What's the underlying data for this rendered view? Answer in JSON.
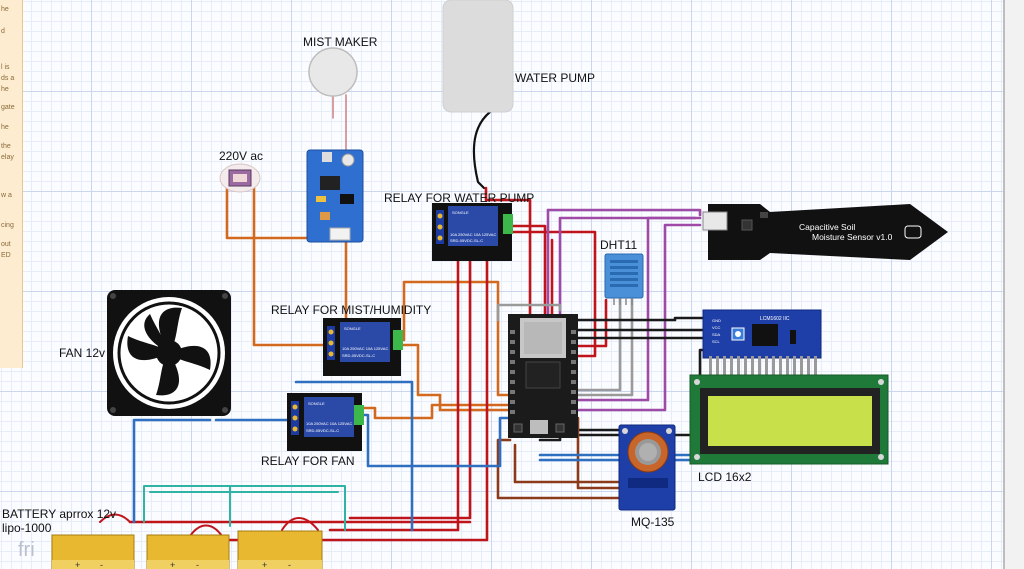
{
  "labels": {
    "mist_maker": "MIST MAKER",
    "water_pump": "WATER PUMP",
    "ac_220": "220V ac",
    "relay_water_pump": "RELAY FOR WATER PUMP",
    "relay_mist": "RELAY FOR MIST/HUMIDITY",
    "relay_fan": "RELAY FOR FAN",
    "fan": "FAN 12v",
    "dht11": "DHT11",
    "lcd": "LCD 16x2",
    "mq135": "MQ-135",
    "battery_line1": "BATTERY aprrox 12v",
    "battery_line2": "lipo-1000"
  },
  "soil_sensor": {
    "line1": "Capacitive Soil",
    "line2": "Moisture Sensor v1.0"
  },
  "lcd_i2c": {
    "board_label": "LCM1602 IIC",
    "pins": [
      "GND",
      "VCC",
      "SDA",
      "SCL"
    ]
  },
  "relay_module_text": {
    "brand": "SONGLE",
    "model": "SRD-05VDC-SL-C",
    "rating": "10A 250VAC 10A 125VAC"
  },
  "battery_terminals": [
    "+",
    "-"
  ],
  "watermark": "fri",
  "left_panel_fragments": [
    "he",
    "d",
    "l is",
    "ds a",
    "he",
    "gate",
    "he",
    "the",
    "elay",
    "w a",
    "cing",
    "out",
    "ED"
  ],
  "colors": {
    "wire_red": "#c0141b",
    "wire_orange": "#d2691e",
    "wire_blue": "#2f6fbf",
    "wire_magenta": "#a04aa8",
    "wire_gray": "#9a9a9a",
    "wire_black": "#1a1a1a",
    "wire_brown": "#8b3a1a",
    "wire_teal": "#2fb3a5",
    "relay_blue": "#2b4aa8",
    "lcd_green": "#c8e04a",
    "pcb_green": "#1f7a3a"
  }
}
